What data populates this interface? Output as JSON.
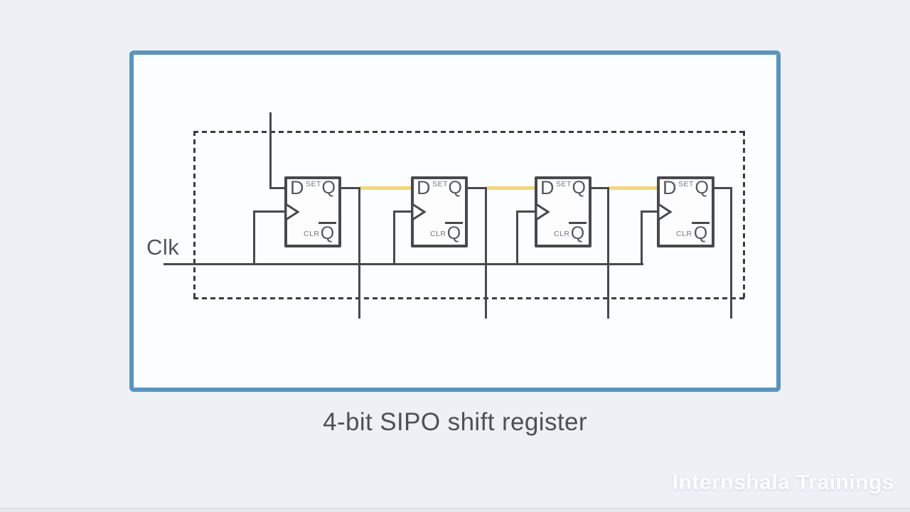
{
  "diagram": {
    "caption": "4-bit SIPO shift register",
    "clock_label": "Clk",
    "flip_flops": [
      {
        "d": "D",
        "set": "SET",
        "q": "Q",
        "clr": "CLR",
        "qbar": "Q"
      },
      {
        "d": "D",
        "set": "SET",
        "q": "Q",
        "clr": "CLR",
        "qbar": "Q"
      },
      {
        "d": "D",
        "set": "SET",
        "q": "Q",
        "clr": "CLR",
        "qbar": "Q"
      },
      {
        "d": "D",
        "set": "SET",
        "q": "Q",
        "clr": "CLR",
        "qbar": "Q"
      }
    ],
    "colors": {
      "panel_border": "#5b94bd",
      "panel_background": "#fcfdfe",
      "page_background": "#edf1f5",
      "wire": "#47494c",
      "data_wire_accent": "#f3d87a",
      "caption_text": "#4d5156"
    }
  },
  "watermark": {
    "text": "Internshala Trainings"
  }
}
